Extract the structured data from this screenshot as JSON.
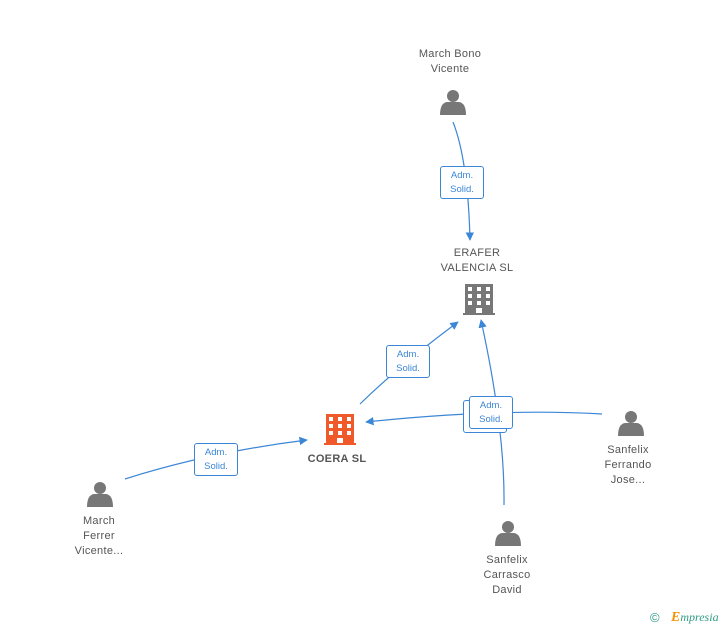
{
  "nodes": {
    "march_bono": {
      "line1": "March Bono",
      "line2": "Vicente"
    },
    "erafer": {
      "line1": "ERAFER",
      "line2": "VALENCIA  SL"
    },
    "coera": {
      "label": "COERA SL"
    },
    "march_ferrer": {
      "line1": "March",
      "line2": "Ferrer",
      "line3": "Vicente..."
    },
    "sanfelix_carrasco": {
      "line1": "Sanfelix",
      "line2": "Carrasco",
      "line3": "David"
    },
    "sanfelix_ferrando": {
      "line1": "Sanfelix",
      "line2": "Ferrando",
      "line3": "Jose..."
    }
  },
  "relations": [
    {
      "line1": "Adm.",
      "line2": "Solid."
    },
    {
      "line1": "Adm.",
      "line2": "Solid."
    },
    {
      "line1": "Adm.",
      "line2": "Solid."
    },
    {
      "line1": "Adm.",
      "line2": "Solid."
    }
  ],
  "footer": {
    "copyright": "©",
    "brand_initial": "E",
    "brand_rest": "mpresia"
  },
  "colors": {
    "edge": "#3b86d6",
    "person": "#777777",
    "company_grey": "#777777",
    "company_focus": "#f0592a"
  },
  "icons": {
    "person": "person-icon",
    "building": "building-icon"
  }
}
